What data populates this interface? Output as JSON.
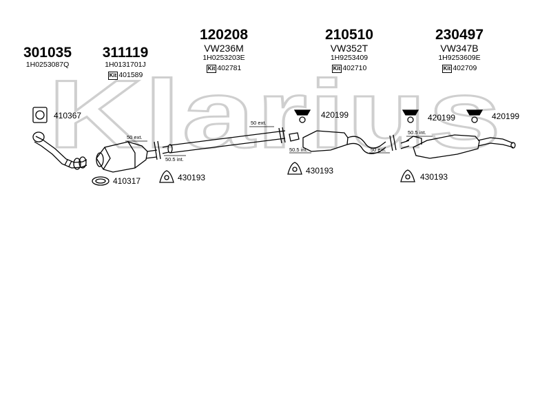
{
  "watermark": {
    "text": "Klarius",
    "color": "#c8c8c8"
  },
  "parts": [
    {
      "number": "301035",
      "oem": "1H0253087Q"
    },
    {
      "number": "311119",
      "oem": "1H0131701J"
    },
    {
      "number": "120208",
      "code": "VW236M",
      "oem": "1H0253203E",
      "kit_label": "Kit",
      "kit": "401589"
    },
    {
      "number": "210510",
      "code": "VW352T",
      "oem": "1H9253409",
      "kit_label": "Kit",
      "kit": "402781"
    },
    {
      "number": "230497",
      "code": "VW347B",
      "oem": "1H9253609E",
      "kit_label": "Kit",
      "kit": "402710"
    },
    {
      "kit_label": "Kit",
      "kit": "402709"
    }
  ],
  "accessories": {
    "gasket_left": "410367",
    "clamp_ring": "410317",
    "mount_430193_a": "430193",
    "mount_430193_b": "430193",
    "mount_430193_c": "430193",
    "hanger_420199_a": "420199",
    "hanger_420199_b": "420199",
    "hanger_420199_c": "420199"
  },
  "dimensions": {
    "d1": "50 ext.",
    "d2": "50.5 int.",
    "d3": "50 ext.",
    "d4": "50.5 int.",
    "d5": "50 ext.",
    "d6": "50.5 int."
  }
}
